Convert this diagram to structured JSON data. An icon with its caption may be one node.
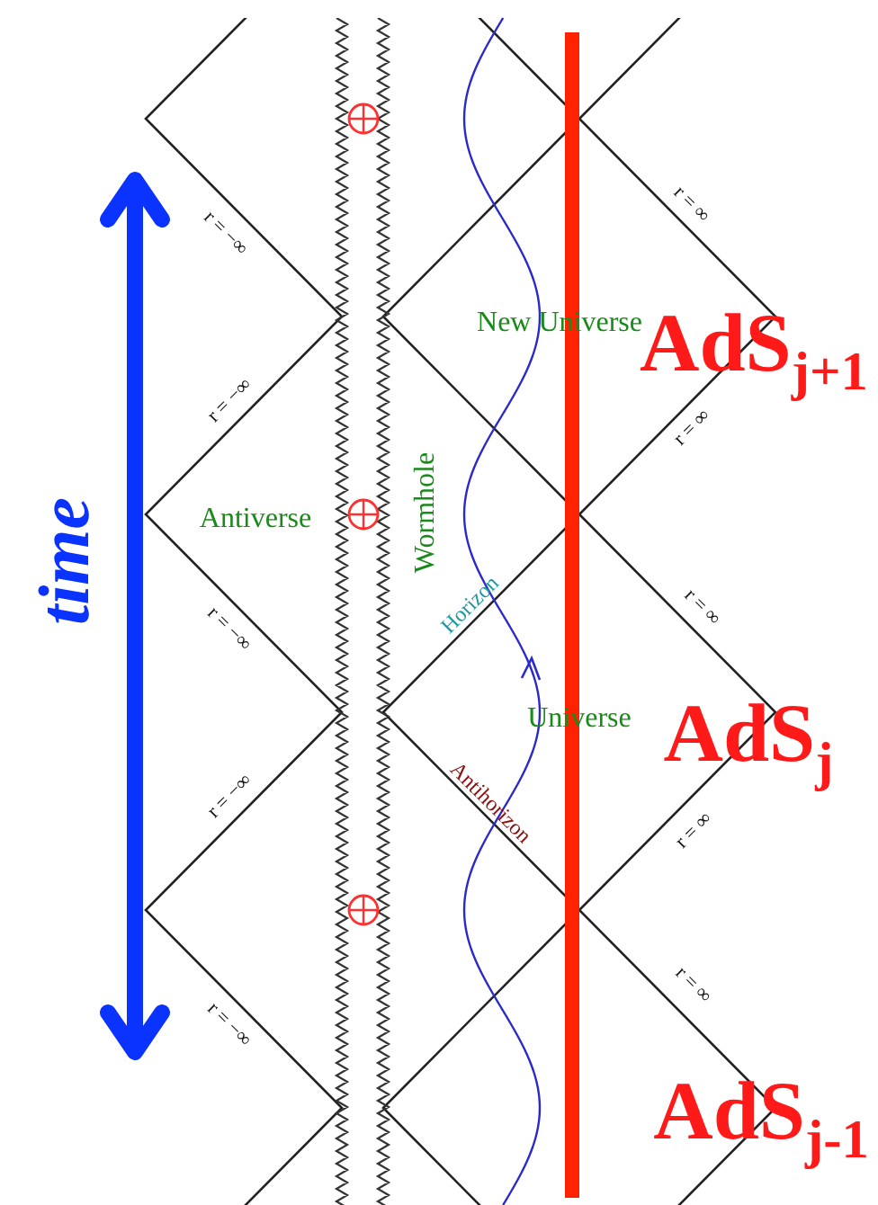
{
  "diagram": {
    "labels": [
      "r = ∞",
      "r = −∞",
      "New Universe",
      "AdS$_{j+1}$",
      "r = −∞",
      "r = ∞",
      "Wormhole",
      "Antiverse",
      "time",
      "r = ∞",
      "r = −∞",
      "Horizon",
      "Universe",
      "AdS$_{j}$",
      "r = −∞",
      "Antihorizon",
      "r = ∞",
      "r = ∞",
      "r = −∞",
      "AdS$_{j-1}$"
    ]
  }
}
